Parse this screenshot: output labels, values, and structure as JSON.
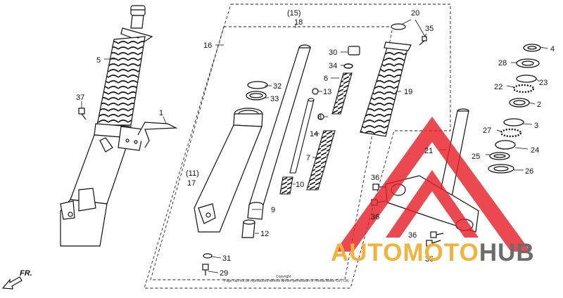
{
  "labels": {
    "p1": "1",
    "p2": "2",
    "p3": "3",
    "p4": "4",
    "p5": "5",
    "p6": "6",
    "p7": "7",
    "p8": "8",
    "p9": "9",
    "p10": "10",
    "p11": "(11)",
    "p12": "12",
    "p13": "13",
    "p14": "14",
    "p15": "(15)",
    "p16": "16",
    "p17": "17",
    "p18": "18",
    "p19": "19",
    "p20": "20",
    "p21": "21",
    "p22": "22",
    "p23": "23",
    "p24": "24",
    "p25": "25",
    "p26": "26",
    "p27": "27",
    "p28": "28",
    "p29": "29",
    "p30": "30",
    "p31": "31",
    "p32": "32",
    "p33": "33",
    "p34": "34",
    "p35": "35",
    "p36": "36",
    "p37": "37",
    "fr": "FR."
  },
  "copyright_lines": [
    "Copyright",
    "Page can not be reproduced without written permission of Honda Motor Co., Ltd."
  ],
  "watermark": {
    "part1": "AUTOMOTO",
    "part2": "HUB",
    "color1": "#f2b23c",
    "color2": "#6b6b6b",
    "triangle_color": "#e8202a"
  }
}
